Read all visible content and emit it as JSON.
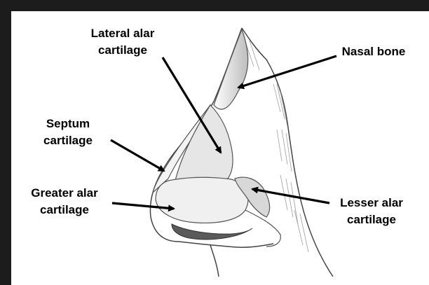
{
  "labels": {
    "lateral_alar": [
      "Lateral alar",
      "cartilage"
    ],
    "nasal_bone": [
      "Nasal bone"
    ],
    "septum": [
      "Septum",
      "cartilage"
    ],
    "greater_alar": [
      "Greater alar",
      "cartilage"
    ],
    "lesser_alar": [
      "Lesser alar",
      "cartilage"
    ]
  },
  "colors": {
    "frame": "#1c1c1c",
    "background": "#ffffff",
    "ink": "#000000",
    "sketch": "#555555",
    "shading": "#9a9a9a"
  }
}
